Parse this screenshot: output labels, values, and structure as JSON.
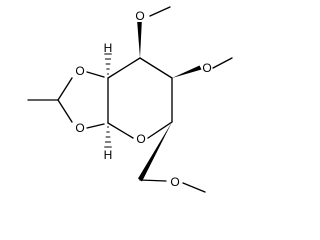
{
  "diagram": {
    "atoms": {
      "o_ring_upper": "O",
      "o_ring_lower": "O",
      "o_pyranose": "O",
      "o_methoxy_top": "O",
      "o_methoxy_right": "O",
      "o_methoxy_bottom": "O",
      "h_upper": "H",
      "h_lower": "H"
    },
    "colors": {
      "bonds": "#000000",
      "background": "#ffffff"
    }
  }
}
